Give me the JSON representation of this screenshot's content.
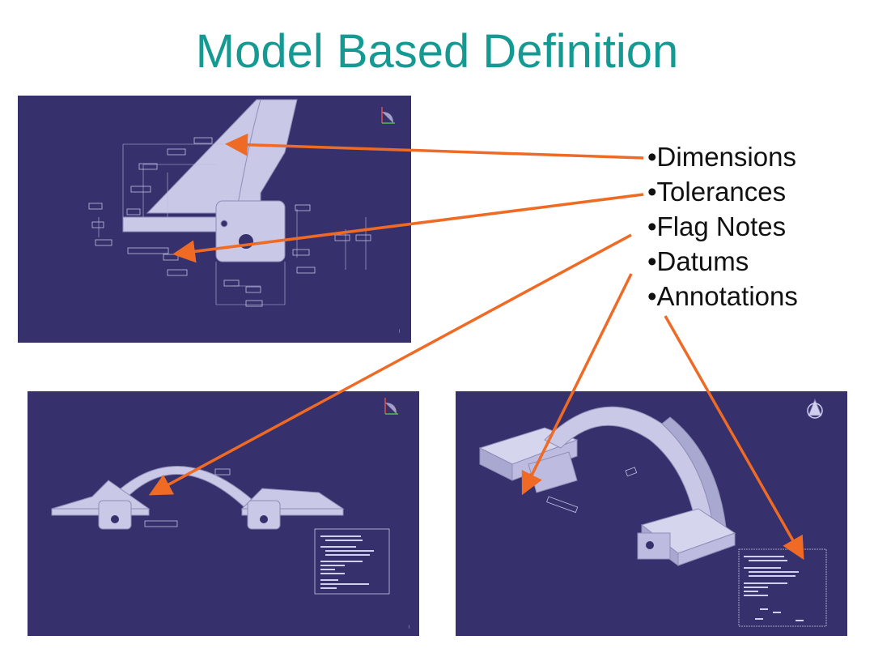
{
  "title": "Model Based Definition",
  "bullets": [
    "•Dimensions",
    "•Tolerances",
    "•Flag Notes",
    "•Datums",
    "•Annotations"
  ],
  "colors": {
    "title": "#159a93",
    "panel_background": "#36316c",
    "part": "#c9c8e6",
    "arrow": "#ee6a25"
  },
  "icons": [
    "compass-axis-icon",
    "compass-axis-icon",
    "compass-3d-icon"
  ]
}
